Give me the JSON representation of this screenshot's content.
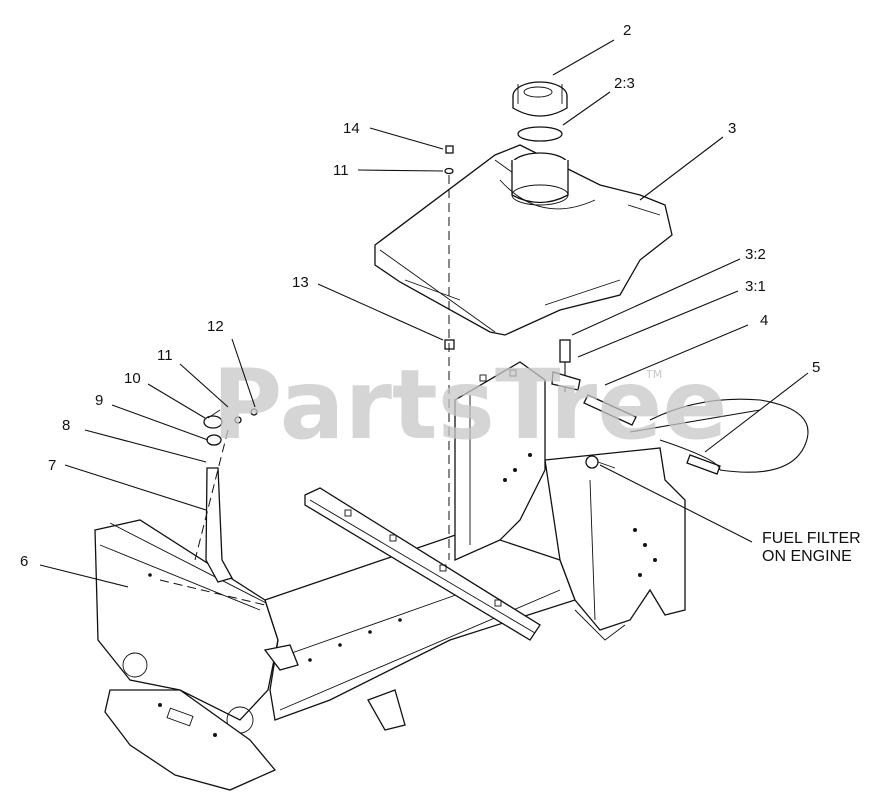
{
  "watermark": {
    "text": "PartsTree",
    "tm": "TM"
  },
  "callouts": [
    "2",
    "2:3",
    "3",
    "14",
    "11",
    "13",
    "3:2",
    "3:1",
    "4",
    "5",
    "12",
    "11",
    "10",
    "9",
    "8",
    "7",
    "6"
  ],
  "note": {
    "line1": "FUEL FILTER",
    "line2": "ON ENGINE"
  },
  "colors": {
    "ink": "#111111",
    "watermark": "#c8c8c8",
    "background": "#ffffff"
  }
}
